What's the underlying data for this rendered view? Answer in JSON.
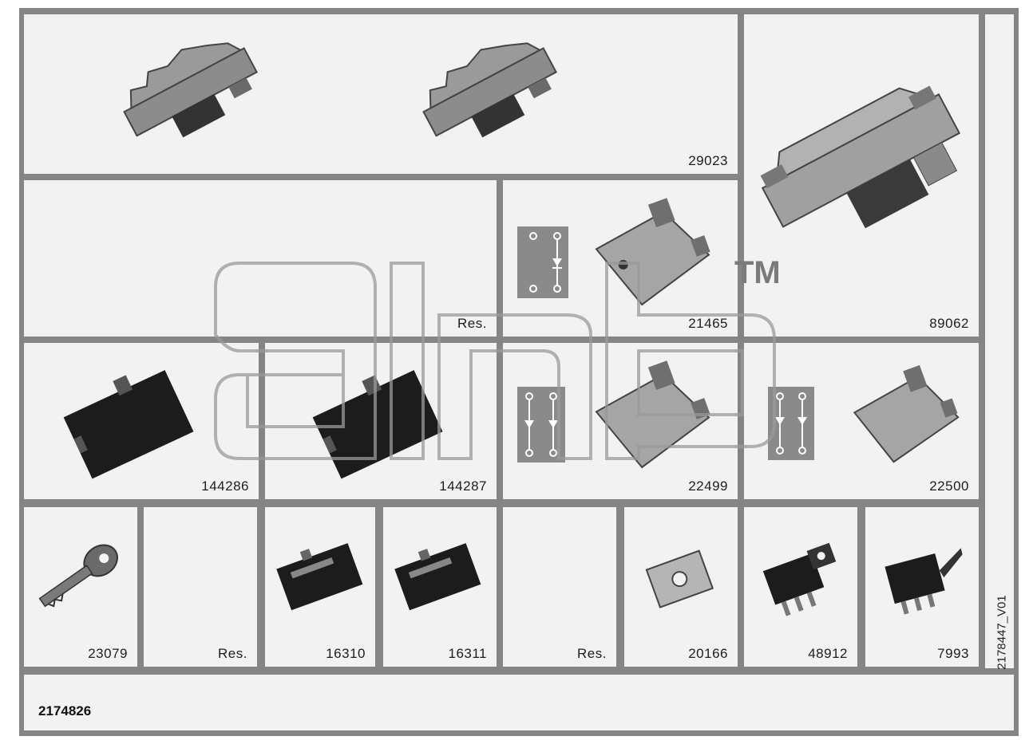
{
  "cells": {
    "row1_strip": {
      "number": "29023"
    },
    "big_right": {
      "number": "89062"
    },
    "res_top": {
      "number": "Res."
    },
    "cell_21465": {
      "number": "21465"
    },
    "cell_144286": {
      "number": "144286"
    },
    "cell_144287": {
      "number": "144287"
    },
    "cell_22499": {
      "number": "22499"
    },
    "cell_22500": {
      "number": "22500"
    },
    "small": [
      {
        "number": "23079"
      },
      {
        "number": "Res."
      },
      {
        "number": "16310"
      },
      {
        "number": "16311"
      },
      {
        "number": "Res."
      },
      {
        "number": "20166"
      },
      {
        "number": "48912"
      },
      {
        "number": "7993"
      }
    ]
  },
  "footer": {
    "assembly_number": "2174826"
  },
  "side_reference": "2178447_V01",
  "watermark": {
    "trademark": "TM"
  },
  "colors": {
    "frame": "#858585",
    "cell": "#f2f2f2",
    "part_dark": "#1c1c1c",
    "part_grey": "#8c8c8c"
  }
}
